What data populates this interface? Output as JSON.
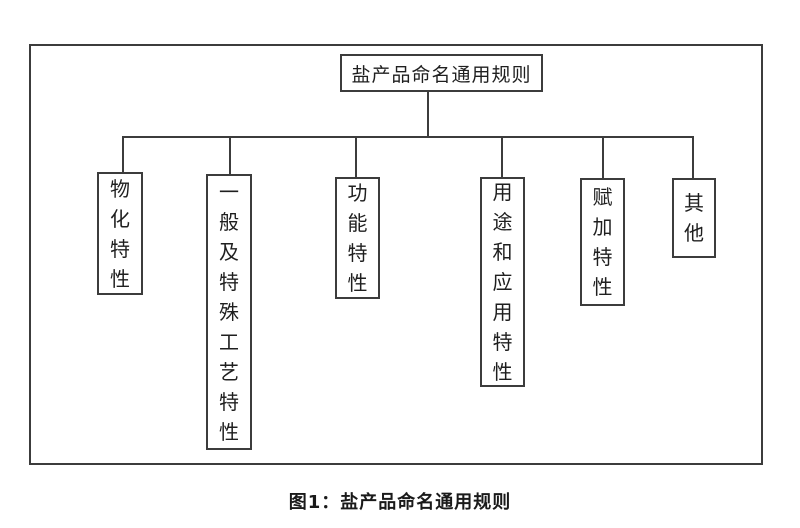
{
  "figure": {
    "root": {
      "label": "盐产品命名通用规则"
    },
    "children": [
      {
        "label": "物化特性"
      },
      {
        "label": "一般及特殊工艺特性"
      },
      {
        "label": "功能特性"
      },
      {
        "label": "用途和应用特性"
      },
      {
        "label": "赋加特性"
      },
      {
        "label": "其他"
      }
    ],
    "caption": "图1：盐产品命名通用规则"
  },
  "colors": {
    "line": "#3c3c3c",
    "border": "#3c3c3c",
    "background": "#ffffff",
    "text": "#1f1f1f"
  }
}
